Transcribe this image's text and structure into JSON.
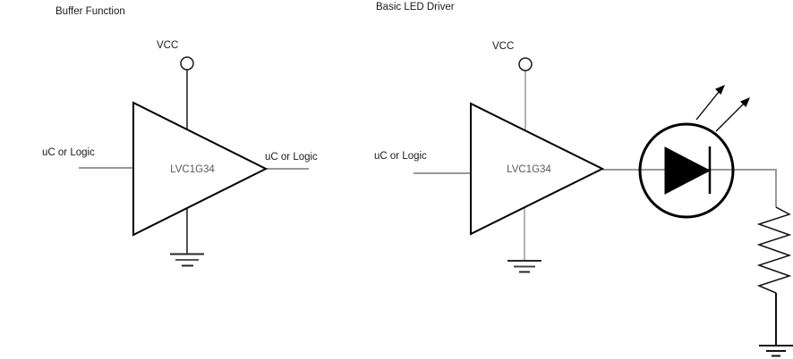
{
  "diagram": {
    "type": "circuit-schematic",
    "left_circuit": {
      "title": "Buffer Function",
      "vcc_label": "VCC",
      "input_label": "uC or Logic",
      "output_label": "uC or Logic",
      "gate_label": "LVC1G34",
      "components": [
        "vcc-terminal",
        "buffer-gate",
        "ground"
      ]
    },
    "right_circuit": {
      "title": "Basic LED Driver",
      "vcc_label": "VCC",
      "input_label": "uC or Logic",
      "gate_label": "LVC1G34",
      "components": [
        "vcc-terminal",
        "buffer-gate",
        "ground",
        "led",
        "resistor",
        "ground"
      ]
    },
    "colors": {
      "background": "#ffffff",
      "component_line": "#000000",
      "wire_gray": "#999999",
      "ground_line": "#262626",
      "label_text": "#1a1a1a",
      "gate_text": "#595959"
    },
    "icons": {
      "vcc-terminal-icon": "open circle terminal",
      "ground-icon": "three-bar earth ground",
      "led-icon": "diode in circle with emission arrows",
      "resistor-icon": "zigzag resistor"
    }
  }
}
